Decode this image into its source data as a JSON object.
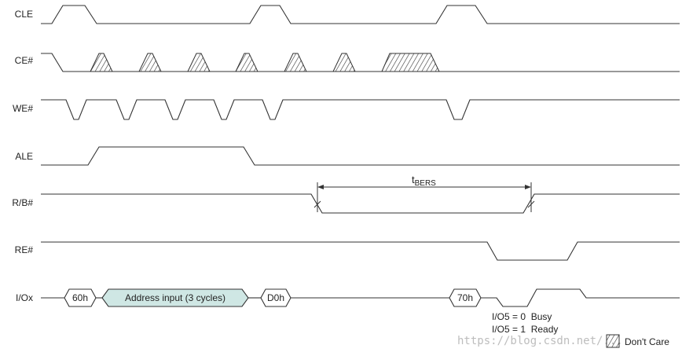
{
  "signals": {
    "cle": "CLE",
    "ce": "CE#",
    "we": "WE#",
    "ale": "ALE",
    "rb": "R/B#",
    "re": "RE#",
    "io": "I/Ox"
  },
  "bus": {
    "cmd1": "60h",
    "addr": "Address input (3 cycles)",
    "cmd2": "D0h",
    "cmd3": "70h"
  },
  "timing": {
    "t_main": "t",
    "t_sub": "BERS"
  },
  "notes": {
    "busy": "I/O5 = 0  Busy",
    "ready": "I/O5 = 1  Ready"
  },
  "legend": {
    "dont_care": "Don't Care"
  },
  "watermark": "https://blog.csdn.net/...",
  "colors": {
    "line": "#333333",
    "address_fill": "#cfe7e4"
  }
}
